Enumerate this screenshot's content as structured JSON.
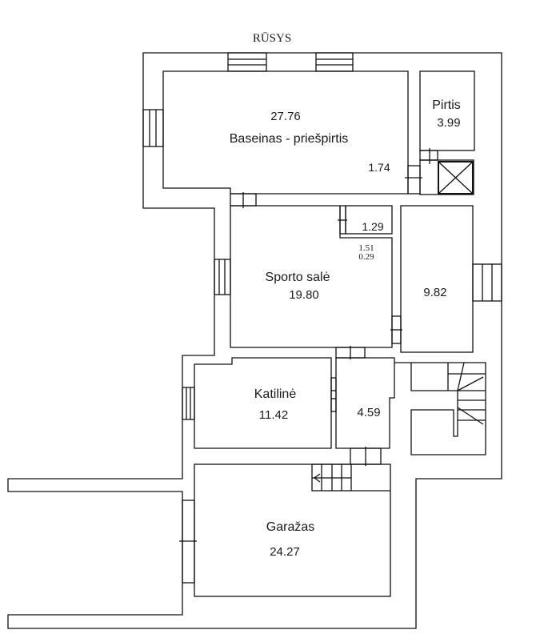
{
  "title": "RŪSYS",
  "rooms": {
    "baseinas": {
      "name": "Baseinas - priešpirtis",
      "area": "27.76"
    },
    "hall_small": {
      "area": "1.74"
    },
    "pirtis": {
      "name": "Pirtis",
      "area": "3.99"
    },
    "wc": {
      "area": "1.29"
    },
    "closet": {
      "area_a": "1.51",
      "area_b": "0.29"
    },
    "sporto": {
      "name": "Sporto salė",
      "area": "19.80"
    },
    "room_right": {
      "area": "9.82"
    },
    "katiline": {
      "name": "Katilinė",
      "area": "11.42"
    },
    "corridor": {
      "area": "4.59"
    },
    "garazas": {
      "name": "Garažas",
      "area": "24.27"
    }
  }
}
